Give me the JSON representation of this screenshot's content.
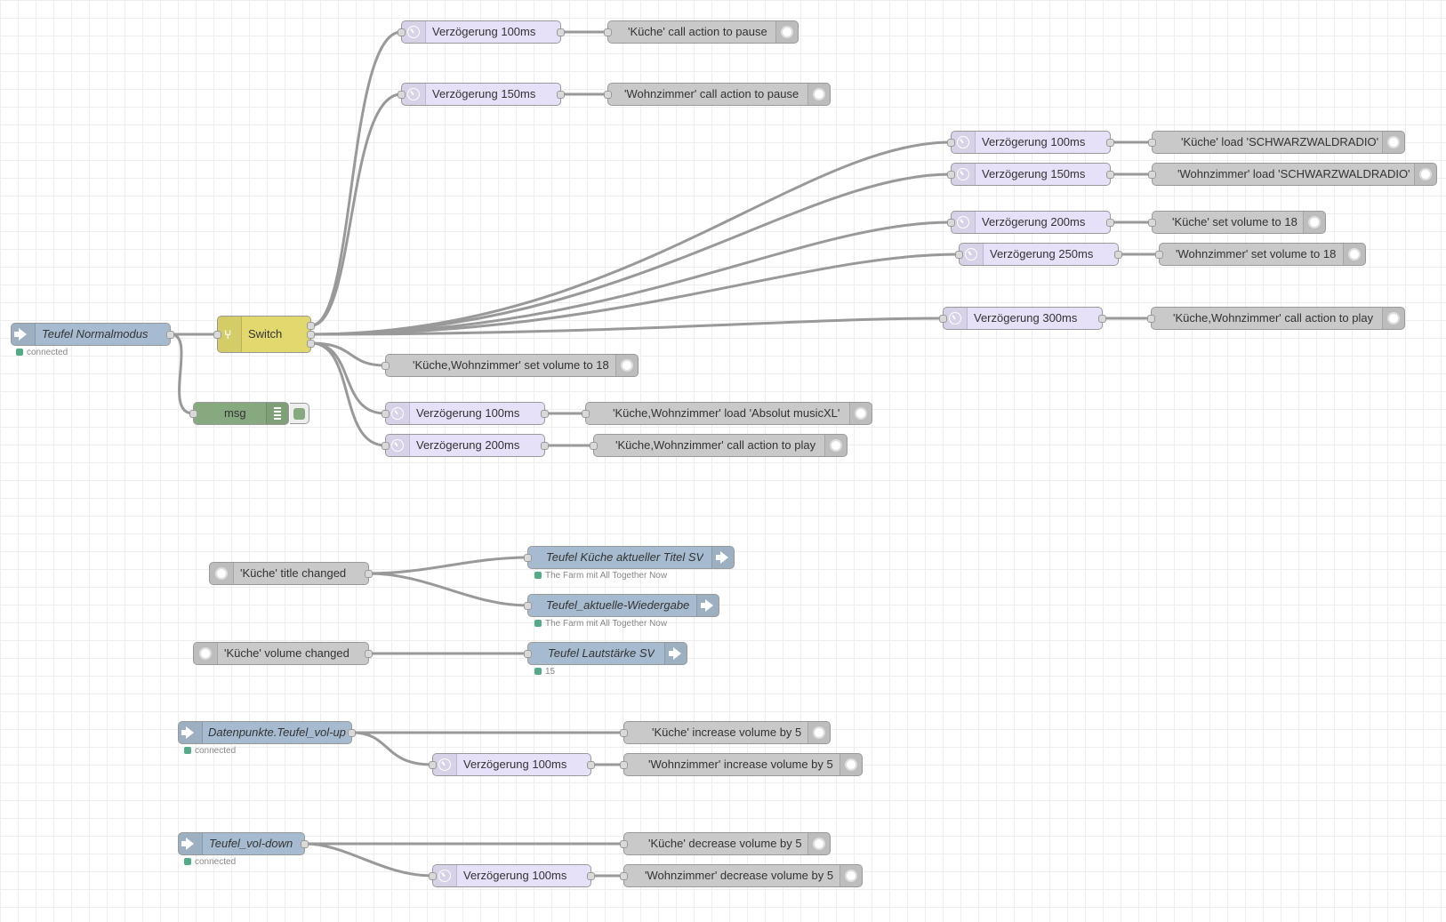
{
  "colors": {
    "delay": "#e6e0f8",
    "ha": "#c9c9c9",
    "inject": "#a6bbcf",
    "switch": "#e2d96e",
    "debug": "#87a980",
    "status": "#55aa88",
    "wire": "#999999"
  },
  "nodes": {
    "n1": {
      "label": "Verzögerung 100ms",
      "icon": "clock-icon"
    },
    "n2": {
      "label": "'Küche' call action to pause",
      "icon": "home-assistant-icon"
    },
    "n3": {
      "label": "Verzögerung 150ms",
      "icon": "clock-icon"
    },
    "n4": {
      "label": "'Wohnzimmer' call action to pause",
      "icon": "home-assistant-icon"
    },
    "n5": {
      "label": "Verzögerung 100ms",
      "icon": "clock-icon"
    },
    "n6": {
      "label": "'Küche' load 'SCHWARZWALDRADIO'",
      "icon": "home-assistant-icon"
    },
    "n7": {
      "label": "Verzögerung 150ms",
      "icon": "clock-icon"
    },
    "n8": {
      "label": "'Wohnzimmer' load 'SCHWARZWALDRADIO'",
      "icon": "home-assistant-icon"
    },
    "n9": {
      "label": "Verzögerung 200ms",
      "icon": "clock-icon"
    },
    "n10": {
      "label": "'Küche' set volume to 18",
      "icon": "home-assistant-icon"
    },
    "n11": {
      "label": "Verzögerung 250ms",
      "icon": "clock-icon"
    },
    "n12": {
      "label": "'Wohnzimmer' set volume to 18",
      "icon": "home-assistant-icon"
    },
    "n13": {
      "label": "Verzögerung 300ms",
      "icon": "clock-icon"
    },
    "n14": {
      "label": "'Küche,Wohnzimmer' call action to play",
      "icon": "home-assistant-icon"
    },
    "n15": {
      "label": "Teufel Normalmodus",
      "icon": "arrow-in-icon",
      "status": "connected"
    },
    "n16": {
      "label": "Switch",
      "icon": "switch-icon"
    },
    "n17": {
      "label": "msg",
      "icon": "debug-icon"
    },
    "n18": {
      "label": "'Küche,Wohnzimmer' set volume to 18",
      "icon": "home-assistant-icon"
    },
    "n19": {
      "label": "Verzögerung 100ms",
      "icon": "clock-icon"
    },
    "n20": {
      "label": "'Küche,Wohnzimmer' load 'Absolut musicXL'",
      "icon": "home-assistant-icon"
    },
    "n21": {
      "label": "Verzögerung 200ms",
      "icon": "clock-icon"
    },
    "n22": {
      "label": "'Küche,Wohnzimmer' call action to play",
      "icon": "home-assistant-icon"
    },
    "n23": {
      "label": "'Küche' title changed",
      "icon": "home-assistant-icon"
    },
    "n24": {
      "label": "Teufel Küche aktueller Titel SV",
      "icon": "arrow-out-icon",
      "status": "The Farm mit All Together Now"
    },
    "n25": {
      "label": "Teufel_aktuelle-Wiedergabe",
      "icon": "arrow-out-icon",
      "status": "The Farm mit All Together Now"
    },
    "n26": {
      "label": "'Küche' volume changed",
      "icon": "home-assistant-icon"
    },
    "n27": {
      "label": "Teufel Lautstärke SV",
      "icon": "arrow-out-icon",
      "status": "15"
    },
    "n28": {
      "label": "Datenpunkte.Teufel_vol-up",
      "icon": "arrow-in-icon",
      "status": "connected"
    },
    "n29": {
      "label": "'Küche' increase volume by 5",
      "icon": "home-assistant-icon"
    },
    "n30": {
      "label": "Verzögerung 100ms",
      "icon": "clock-icon"
    },
    "n31": {
      "label": "'Wohnzimmer' increase volume by 5",
      "icon": "home-assistant-icon"
    },
    "n32": {
      "label": "Teufel_vol-down",
      "icon": "arrow-in-icon",
      "status": "connected"
    },
    "n33": {
      "label": "'Küche' decrease volume by 5",
      "icon": "home-assistant-icon"
    },
    "n34": {
      "label": "Verzögerung 100ms",
      "icon": "clock-icon"
    },
    "n35": {
      "label": "'Wohnzimmer' decrease volume by 5",
      "icon": "home-assistant-icon"
    }
  }
}
